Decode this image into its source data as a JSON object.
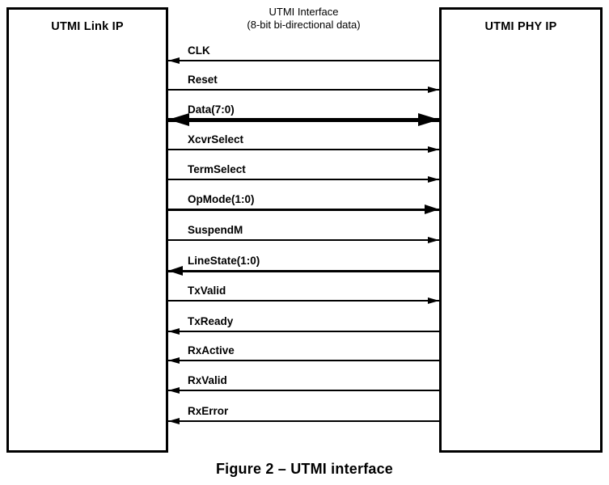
{
  "header": {
    "title": "UTMI Interface",
    "subtitle": "(8-bit bi-directional data)"
  },
  "blocks": {
    "left": {
      "label": "UTMI Link IP"
    },
    "right": {
      "label": "UTMI PHY IP"
    }
  },
  "signals": [
    {
      "name": "CLK",
      "direction": "phy-to-link",
      "bits": 1
    },
    {
      "name": "Reset",
      "direction": "link-to-phy",
      "bits": 1
    },
    {
      "name": "Data(7:0)",
      "direction": "bidirectional",
      "bits": 8
    },
    {
      "name": "XcvrSelect",
      "direction": "link-to-phy",
      "bits": 1
    },
    {
      "name": "TermSelect",
      "direction": "link-to-phy",
      "bits": 1
    },
    {
      "name": "OpMode(1:0)",
      "direction": "link-to-phy",
      "bits": 2
    },
    {
      "name": "SuspendM",
      "direction": "link-to-phy",
      "bits": 1
    },
    {
      "name": "LineState(1:0)",
      "direction": "phy-to-link",
      "bits": 2
    },
    {
      "name": "TxValid",
      "direction": "link-to-phy",
      "bits": 1
    },
    {
      "name": "TxReady",
      "direction": "phy-to-link",
      "bits": 1
    },
    {
      "name": "RxActive",
      "direction": "phy-to-link",
      "bits": 1
    },
    {
      "name": "RxValid",
      "direction": "phy-to-link",
      "bits": 1
    },
    {
      "name": "RxError",
      "direction": "phy-to-link",
      "bits": 1
    }
  ],
  "caption": "Figure 2 – UTMI interface",
  "colors": {
    "line": "#000000",
    "background": "#ffffff",
    "text": "#000000"
  }
}
